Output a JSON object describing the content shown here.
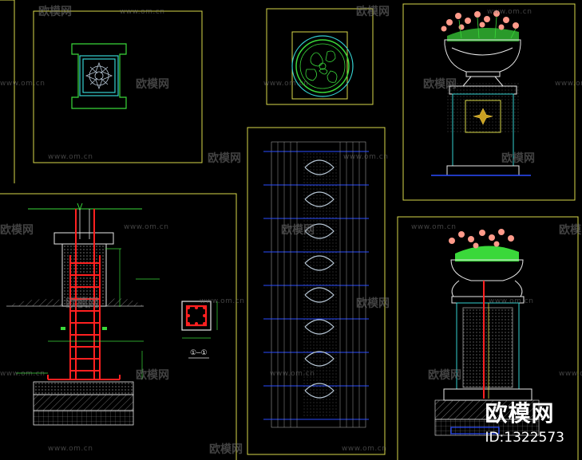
{
  "watermark": {
    "brand": "欧模网",
    "site": "www.om.cn"
  },
  "badge": {
    "brand": "欧模网",
    "id": "ID:1322573"
  },
  "section_label": "①–①",
  "colors": {
    "frame": "#d9d94a",
    "steel": "#ff2020",
    "cyan": "#35d0d0",
    "green": "#3ad83a",
    "blue": "#2a4cff",
    "grey": "#9a9a9a"
  }
}
